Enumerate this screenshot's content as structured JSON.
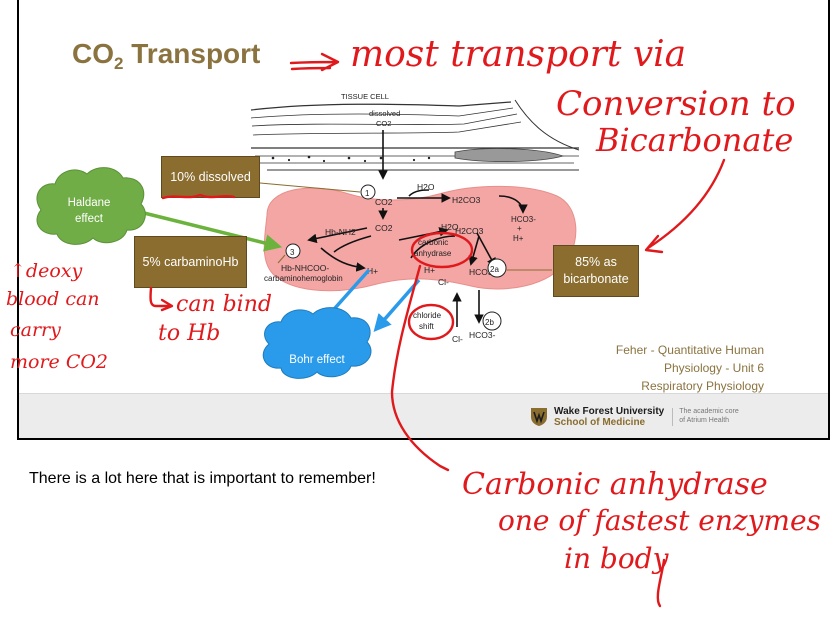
{
  "slide": {
    "title": "CO",
    "title_sub": "2",
    "title_rest": " Transport",
    "boxes": {
      "dissolved": "10% dissolved",
      "carbamino": "5% carbaminoHb",
      "bicarbonate": [
        "85% as",
        "bicarbonate"
      ]
    },
    "clouds": {
      "haldane": [
        "Haldane",
        "effect"
      ],
      "bohr": "Bohr effect"
    },
    "credit": [
      "Feher - Quantitative Human",
      "Physiology - Unit 6",
      "Respiratory Physiology"
    ],
    "logo": {
      "name": "Wake Forest University",
      "school": "School of Medicine",
      "tagline": [
        "The academic core",
        "of Atrium Health"
      ]
    }
  },
  "diagram": {
    "tissue_cell": "TISSUE CELL",
    "dissolved": "dissolved",
    "co2": "CO2",
    "h2o": "H2O",
    "h2co3": "H2CO3",
    "hco3": "HCO3-",
    "plus_h": "+",
    "h_plus": "H+",
    "hb_nh2": "Hb-NH2",
    "hb_nhcoo": "Hb-NHCOO-",
    "carbamino": "carbaminohemoglobin",
    "carbonic": "carbonic",
    "anhydrase": "anhydrase",
    "cl": "Cl-",
    "chloride": "chloride",
    "shift": "shift",
    "steps": [
      "1",
      "3",
      "2a",
      "2b"
    ]
  },
  "caption": "There is a lot here that is important to remember!",
  "annotations": {
    "top": [
      "most transport via",
      "Conversion to",
      "Bicarbonate"
    ],
    "left": [
      "deoxy",
      "blood can",
      "carry",
      "more CO2"
    ],
    "carbamino": [
      "can bind",
      "to Hb"
    ],
    "bottom": [
      "Carbonic anhydrase",
      "one of fastest enzymes",
      "in body"
    ]
  },
  "colors": {
    "title": "#8b7340",
    "box": "#8a6d2f",
    "cloud_green": "#70ad47",
    "cloud_blue": "#2a9bea",
    "rbc": "#f3a6a4",
    "ink": "#e0191c"
  }
}
